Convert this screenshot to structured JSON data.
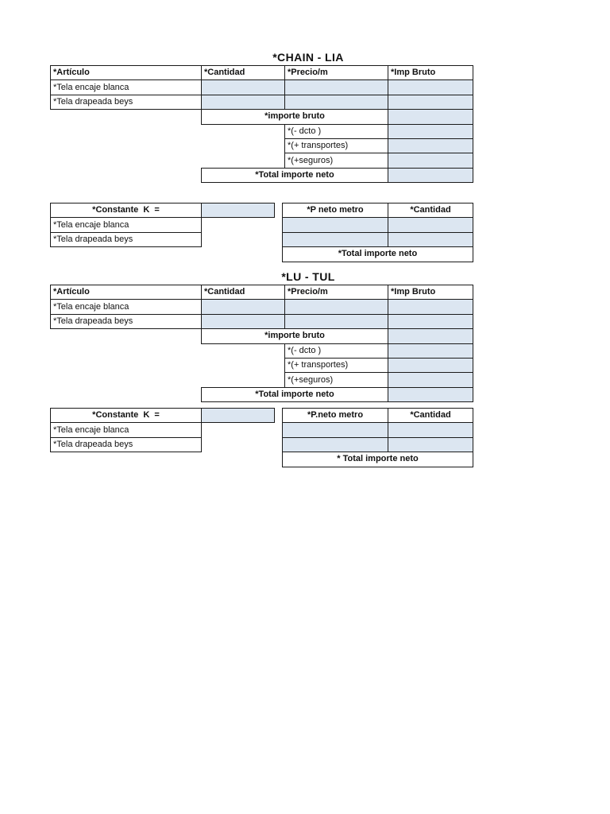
{
  "page": {
    "background": "#ffffff"
  },
  "colors": {
    "input_cell_fill": "#dce6f1",
    "table_border": "#1a1a1a",
    "text": "#111111"
  },
  "sections": [
    {
      "title": "*CHAIN - LIA",
      "main_table": {
        "headers": [
          "*Artículo",
          "*Cantidad",
          "*Precio/m",
          "*Imp Bruto"
        ],
        "article_rows": [
          "*Tela encaje blanca",
          "*Tela drapeada beys"
        ],
        "importe_bruto_label": "*importe bruto",
        "adjustments": [
          "*(- dcto )",
          "*(+ transportes)",
          "*(+seguros)"
        ],
        "total_label": "*Total importe neto"
      },
      "constant_table": {
        "constant_label": "*Constante  K  =",
        "headers": [
          "*P neto metro",
          "*Cantidad"
        ],
        "article_rows": [
          "*Tela encaje blanca",
          "*Tela drapeada beys"
        ],
        "total_label": "*Total importe neto"
      }
    },
    {
      "title": "*LU - TUL",
      "main_table": {
        "headers": [
          "*Artículo",
          "*Cantidad",
          "*Precio/m",
          "*Imp Bruto"
        ],
        "article_rows": [
          "*Tela encaje blanca",
          "*Tela drapeada beys"
        ],
        "importe_bruto_label": "*importe bruto",
        "adjustments": [
          "*(- dcto )",
          "*(+ transportes)",
          "*(+seguros)"
        ],
        "total_label": "*Total importe neto"
      },
      "constant_table": {
        "constant_label": "*Constante  K  =",
        "headers": [
          "*P.neto metro",
          "*Cantidad"
        ],
        "article_rows": [
          "*Tela encaje blanca",
          "*Tela drapeada beys"
        ],
        "total_label": "* Total importe neto"
      }
    }
  ]
}
